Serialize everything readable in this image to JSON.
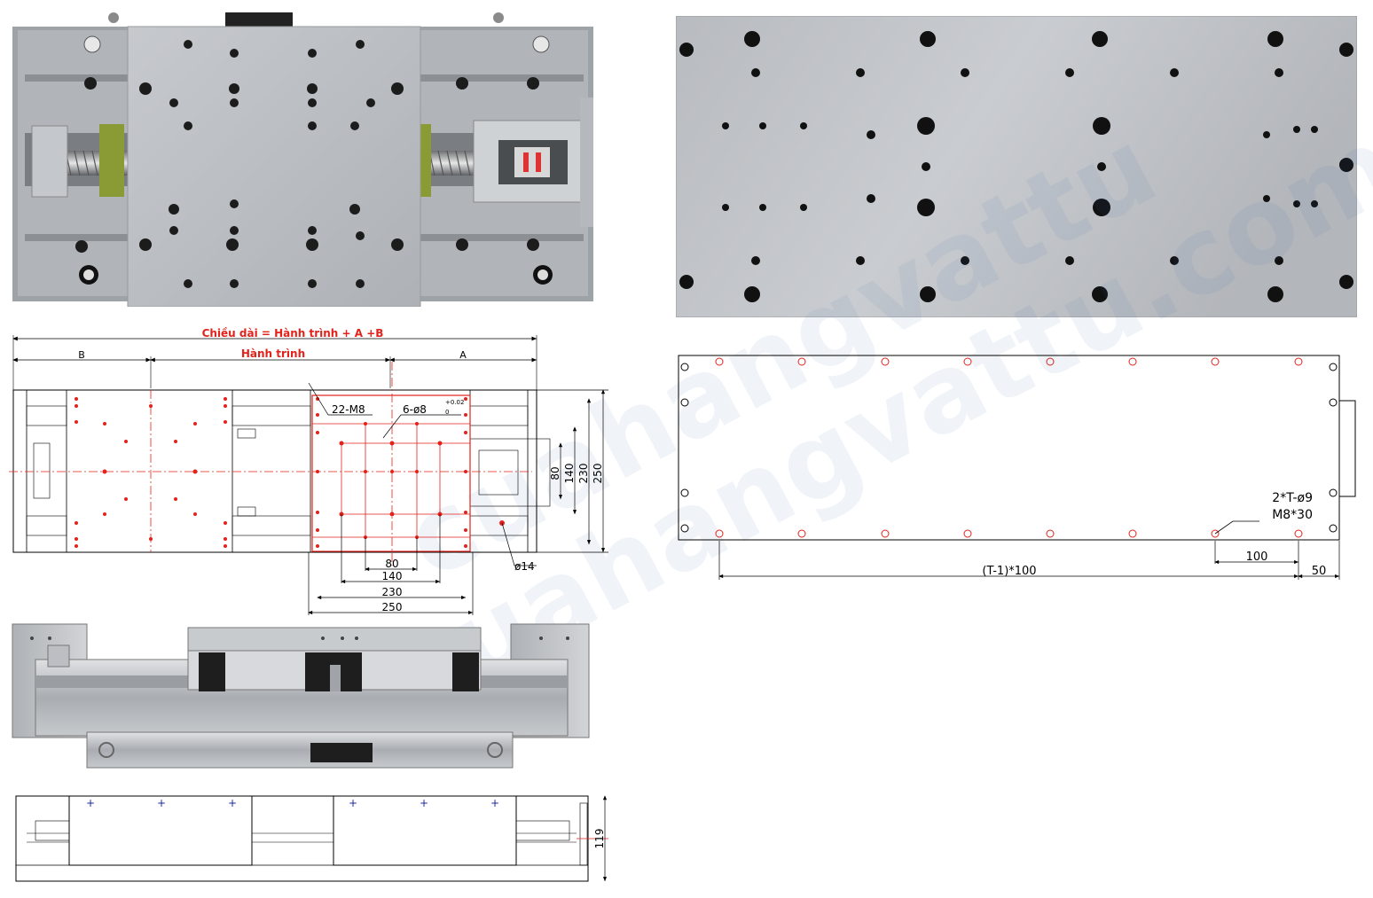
{
  "drawing": {
    "formula": "Chiều dài = Hành trình + A +B",
    "dim_b": "B",
    "dim_stroke": "Hành trình",
    "dim_a": "A",
    "holes_m8": "22-M8",
    "pin_holes": "6-ø8",
    "pin_tol": "+0.02",
    "pin_tol_low": "0",
    "d80v": "80",
    "d140v": "140",
    "d230v": "230",
    "d250v": "250",
    "d80h": "80",
    "d140h": "140",
    "d230h": "230",
    "d250h": "250",
    "d14": "ø14"
  },
  "base_drawing": {
    "holes1": "2*T-ø9",
    "holes2": "M8*30",
    "pitch": "100",
    "edge": "50",
    "span": "(T-1)*100"
  },
  "side_drawing": {
    "height": "119"
  },
  "watermark": {
    "line1": "cuahangvattu",
    "line2": "cuahangvattu.com"
  },
  "colors": {
    "red_dim": "#e3221b",
    "blue_mark": "#1a2a9a",
    "steel": "#b9bdc2"
  }
}
